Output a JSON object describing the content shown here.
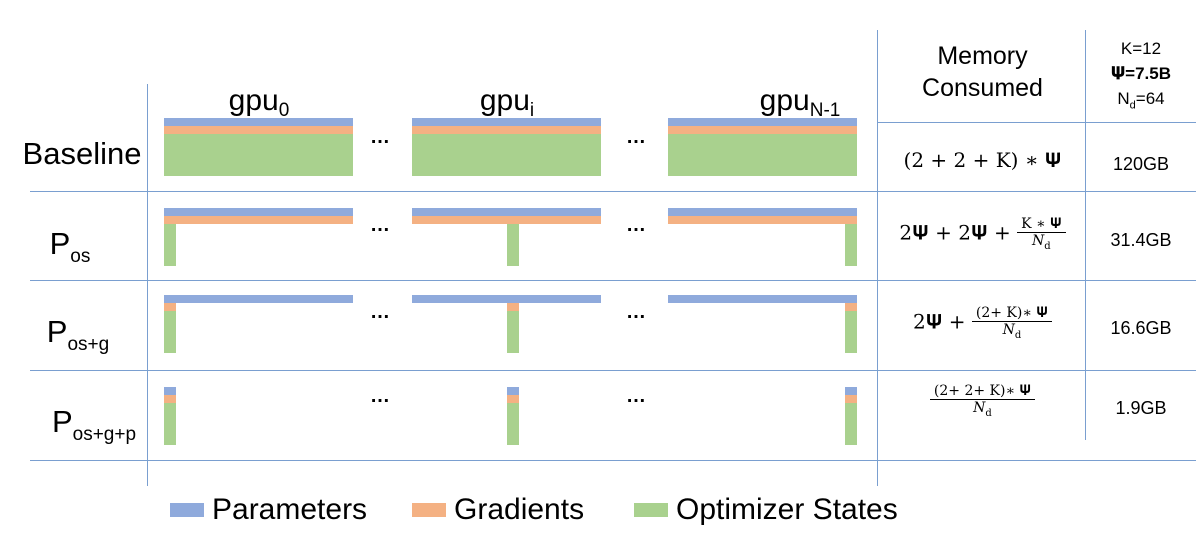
{
  "colors": {
    "parameters": "#8faadc",
    "gradients": "#f4b183",
    "optimizer": "#a9d18e",
    "gridline": "#7a9fd0"
  },
  "headers": {
    "gpu0_base": "gpu",
    "gpu0_sub": "0",
    "gpui_base": "gpu",
    "gpui_sub": "i",
    "gpun_base": "gpu",
    "gpun_sub": "N-1",
    "memory_line1": "Memory",
    "memory_line2": "Consumed"
  },
  "params": {
    "k": "K=12",
    "psi": "𝚿=7.5B",
    "nd_base": "N",
    "nd_sub": "d",
    "nd_val": "=64"
  },
  "ellipsis": "…",
  "rows": [
    {
      "label_base": "Baseline",
      "label_sub": "",
      "formula": "(2 + 2 + K) ∗ 𝚿",
      "value": "120GB"
    },
    {
      "label_base": "P",
      "label_sub": "os",
      "formula_prefix": "2𝚿 + 2𝚿 + ",
      "formula_num": "K ∗ 𝚿",
      "formula_den": "N",
      "formula_den_sub": "d",
      "value": "31.4GB"
    },
    {
      "label_base": "P",
      "label_sub": "os+g",
      "formula_prefix": "2𝚿 + ",
      "formula_num": "(2+ K)∗ 𝚿",
      "formula_den": "N",
      "formula_den_sub": "d",
      "value": "16.6GB"
    },
    {
      "label_base": "P",
      "label_sub": "os+g+p",
      "formula_num": "(2+ 2+ K)∗ 𝚿",
      "formula_den": "N",
      "formula_den_sub": "d",
      "value": "1.9GB"
    }
  ],
  "legend": {
    "parameters": "Parameters",
    "gradients": "Gradients",
    "optimizer": "Optimizer States"
  }
}
